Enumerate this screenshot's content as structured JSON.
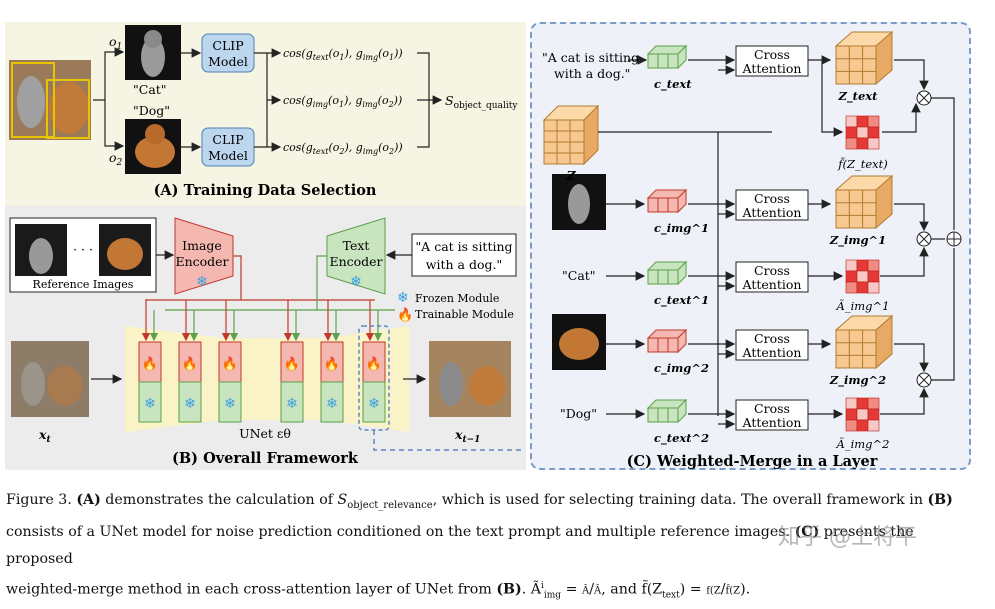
{
  "panelA": {
    "title": "(A) Training Data Selection",
    "o1": "o",
    "o1_sub": "1",
    "o2": "o",
    "o2_sub": "2",
    "cat_label": "\"Cat\"",
    "dog_label": "\"Dog\"",
    "clip1": [
      "CLIP",
      "Model"
    ],
    "clip2": [
      "CLIP",
      "Model"
    ],
    "cos1": "cos(g_text(o1), g_img(o1))",
    "cos2": "cos(g_img(o1), g_img(o2))",
    "cos3": "cos(g_text(o2), g_img(o2))",
    "score": "S_object_quality"
  },
  "panelB": {
    "title": "(B) Overall Framework",
    "ref_caption": "Reference Images",
    "dots": "· · ·",
    "image_encoder": [
      "Image",
      "Encoder"
    ],
    "text_encoder": [
      "Text",
      "Encoder"
    ],
    "prompt": [
      "\"A cat is sitting",
      "with a dog.\""
    ],
    "frozen": "Frozen Module",
    "trainable": "Trainable Module",
    "unet": "UNet εθ",
    "xt": "x_t",
    "xt1": "x_{t−1}"
  },
  "panelC": {
    "title": "(C) Weighted-Merge in a Layer",
    "prompt": [
      "\"A cat is sitting",
      "with a dog.\""
    ],
    "cat_label": "\"Cat\"",
    "dog_label": "\"Dog\"",
    "cross_attention": [
      "Cross",
      "Attention"
    ],
    "c_text": "c_text",
    "c_img1": "c_img^1",
    "c_text1": "c_text^1",
    "c_img2": "c_img^2",
    "c_text2": "c_text^2",
    "Z": "Z",
    "Z_text": "Z_text",
    "f_Z": "f̃(Z_text)",
    "Z_img1": "Z_img^1",
    "A_img1": "Ã_img^1",
    "Z_img2": "Z_img^2",
    "A_img2": "Ã_img^2"
  },
  "caption": {
    "line1_a": "Figure 3. ",
    "line1_b": "(A)",
    "line1_c": " demonstrates the calculation of ",
    "line1_d": "S",
    "line1_e": "object_relevance",
    "line1_f": ", which is used for selecting training data. The overall framework in ",
    "line1_g": "(B)",
    "line2_a": "consists of a UNet model for noise prediction conditioned on the text prompt and multiple reference images. ",
    "line2_b": "(C)",
    "line2_c": " presents the proposed",
    "line3_a": "weighted-merge method in each cross-attention layer of UNet from ",
    "line3_b": "(B)",
    "line3_c": ". Ã",
    "line3_d": "i",
    "line3_e": "img",
    "line3_f": " = ",
    "line3_g": "Â",
    "line3_h": "Â",
    "line3_i": ", and f̃(Z",
    "line3_j": "text",
    "line3_k": ") = ",
    "line3_l": "f(Z",
    "line3_m": "f̂(Z",
    "line3_n": ")."
  },
  "watermark": "知乎 @上将平",
  "colors": {
    "panelA_bg": "#f6f5e4",
    "panelB_bg": "#ececec",
    "panelC_border": "#7b9cc8",
    "clip_box": "#bcd6ee",
    "encoder_pink": "#f5b8b0",
    "encoder_green": "#c9e5c0",
    "cube_orange": "#f7c88f",
    "red_grid": "#e53935",
    "arrow_red": "#c0392b",
    "arrow_green": "#5aa14a"
  }
}
